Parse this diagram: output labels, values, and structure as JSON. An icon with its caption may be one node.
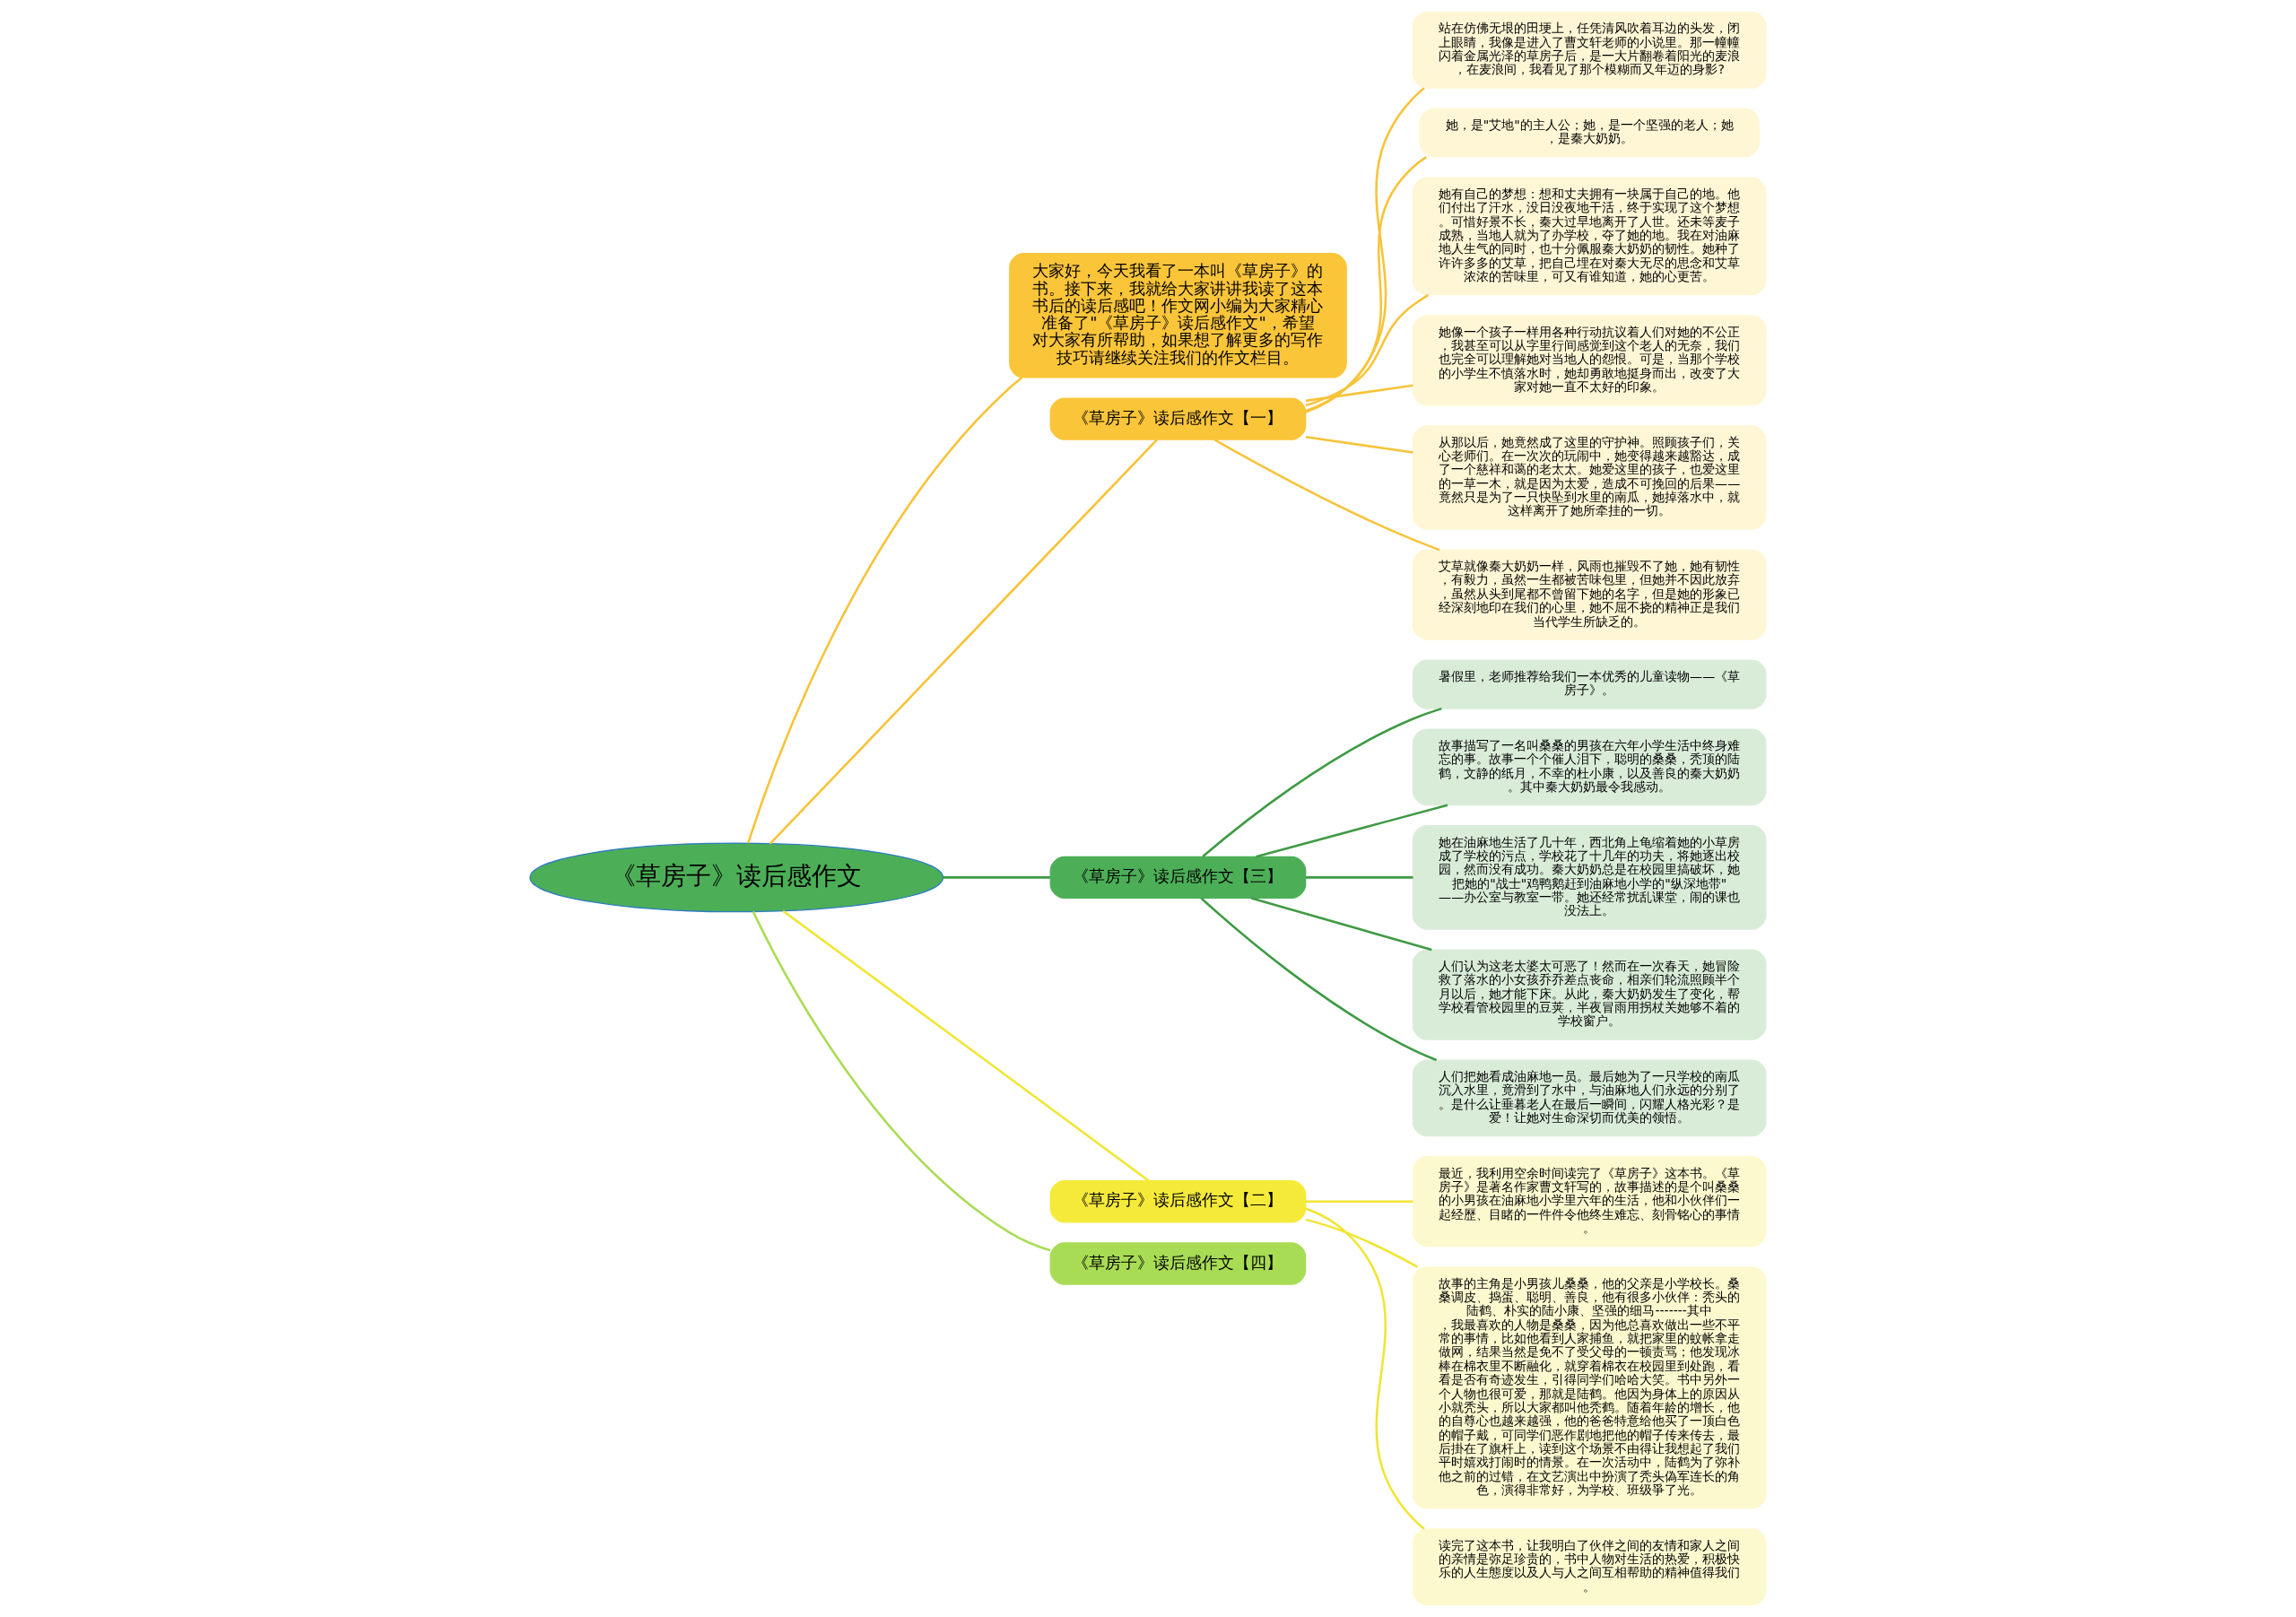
{
  "diagram": {
    "nodes": [
      {
        "text": [
          "《草房子》读后感作文"
        ]
      },
      {
        "text": [
          "大家好，今天我看了一本叫《草房子》的书。接下来，我就给大家讲讲我读了这本书后的读后感吧！作文网小编为大家精心准备了\"《草房子》读后感作文\"，希望对大家有所帮助，如果想了解更多的写作技巧请继续关注我们的作文栏目。"
        ]
      },
      {
        "text": [
          "《草房子》读后感作文【一】"
        ]
      },
      {
        "text": [
          "站在仿佛无垠的田埂上，任凭清风吹着耳边的头发，闭上眼睛，我像是进入了曹文轩老师的小说里。那一幢幢闪着金属光泽的草房子后，是一大片翻卷着阳光的麦浪，在麦浪间，我看见了那个模糊而又年迈的身影?"
        ]
      },
      {
        "text": [
          "她，是\"艾地\"的主人公；她，是一个坚强的老人；她，是秦大奶奶。"
        ]
      },
      {
        "text": [
          "她有自己的梦想：想和丈夫拥有一块属于自己的地。他们付出了汗水，没日没夜地干活，终于实现了这个梦想。可惜好景不长，秦大过早地离开了人世。还未等麦子成熟，当地人就为了办学校，夺了她的地。我在对油麻地人生气的同时，也十分佩服秦大奶奶的韧性。她种了许许多多的艾草，把自己埋在对秦大无尽的思念和艾草浓浓的苦味里，可又有谁知道，她的心更苦。"
        ]
      },
      {
        "text": [
          "她像一个孩子一样用各种行动抗议着人们对她的不公正，我甚至可以从字里行间感觉到这个老人的无奈，我们也完全可以理解她对当地人的怨恨。可是，当那个学校的小学生不慎落水时，她却勇敢地挺身而出，改变了大家对她一直不太好的印象。"
        ]
      },
      {
        "text": [
          "从那以后，她竟然成了这里的守护神。照顾孩子们，关心老师们。在一次次的玩闹中，她变得越来越豁达，成了一个慈祥和蔼的老太太。她爱这里的孩子，也爱这里的一草一木，就是因为太爱，造成不可挽回的后果——竟然只是为了一只快坠到水里的南瓜，她掉落水中，就这样离开了她所牵挂的一切。"
        ]
      },
      {
        "text": [
          "艾草就像秦大奶奶一样，风雨也摧毁不了她，她有韧性，有毅力，虽然一生都被苦味包里，但她并不因此放弃，虽然从头到尾都不曾留下她的名字，但是她的形象已经深刻地印在我们的心里，她不屈不挠的精神正是我们当代学生所缺乏的。"
        ]
      },
      {
        "text": [
          "《草房子》读后感作文【三】"
        ]
      },
      {
        "text": [
          "暑假里，老师推荐给我们一本优秀的儿童读物——《草房子》。"
        ]
      },
      {
        "text": [
          "故事描写了一名叫桑桑的男孩在六年小学生活中终身难忘的事。故事一个个催人泪下，聪明的桑桑，秃顶的陆鹤，文静的纸月，不幸的杜小康，以及善良的秦大奶奶。其中秦大奶奶最令我感动。"
        ]
      },
      {
        "text": [
          "她在油麻地生活了几十年，西北角上龟缩着她的小草房成了学校的污点，学校花了十几年的功夫，将她逐出校园，然而没有成功。秦大奶奶总是在校园里搞破坏，她把她的\"战士\"鸡鸭鹅赶到油麻地小学的\"纵深地带\"——办公室与教室一带。她还经常扰乱课堂，闹的课也没法上。"
        ]
      },
      {
        "text": [
          "人们认为这老太婆太可恶了！然而在一次春天，她冒险救了落水的小女孩乔乔差点丧命，相亲们轮流照顾半个月以后，她才能下床。从此，秦大奶奶发生了变化，帮学校看管校园里的豆荚，半夜冒雨用拐杖关她够不着的学校窗户。"
        ]
      },
      {
        "text": [
          "人们把她看成油麻地一员。最后她为了一只学校的南瓜沉入水里，竟滑到了水中，与油麻地人们永远的分别了。是什么让垂暮老人在最后一瞬间，闪耀人格光彩？是爱！让她对生命深切而优美的领悟。"
        ]
      },
      {
        "text": [
          "《草房子》读后感作文【二】"
        ]
      },
      {
        "text": [
          "最近，我利用空余时间读完了《草房子》这本书。《草房子》是著名作家曹文轩写的，故事描述的是个叫桑桑的小男孩在油麻地小学里六年的生活，他和小伙伴们一起经歷、目睹的一件件令他终生难忘、刻骨铭心的事情。"
        ]
      },
      {
        "text": [
          "故事的主角是小男孩儿桑桑，他的父亲是小学校长。桑桑调皮、捣蛋、聪明、善良，他有很多小伙伴：秃头的陆鹤、朴实的陆小康、坚强的细马-------其中，我最喜欢的人物是桑桑，因为他总喜欢做出一些不平常的事情，比如他看到人家捕鱼，就把家里的蚊帐拿走做网，结果当然是免不了受父母的一顿责骂；他发现冰棒在棉衣里不断融化，就穿着棉衣在校园里到处跑，看看是否有奇迹发生，引得同学们哈哈大笑。书中另外一个人物也很可爱，那就是陆鹤。他因为身体上的原因从小就秃头，所以大家都叫他秃鹤。随着年龄的增长，他的自尊心也越来越强，他的爸爸特意给他买了一顶白色的帽子戴，可同学们恶作剧地把他的帽子传来传去，最后掛在了旗杆上，读到这个场景不由得让我想起了我们平时嬉戏打闹时的情景。在一次活动中，陆鹤为了弥补他之前的过错，在文艺演出中扮演了秃头偽军连长的角色，演得非常好，为学校、班级爭了光。"
        ]
      },
      {
        "text": [
          "读完了这本书，让我明白了伙伴之间的友情和家人之间的亲情是弥足珍贵的，书中人物对生活的热爱，积极快乐的人生態度以及人与人之间互相帮助的精神值得我们。"
        ]
      },
      {
        "text": [
          "《草房子》读后感作文【四】"
        ]
      }
    ],
    "edges": [
      {
        "from": 0,
        "to": 1,
        "arrow": "none",
        "color": "#f7c339"
      },
      {
        "from": 0,
        "to": 2,
        "arrow": "none",
        "color": "#f7c339"
      },
      {
        "from": 2,
        "to": 3,
        "arrow": "none",
        "color": "#f7c339"
      },
      {
        "from": 2,
        "to": 4,
        "arrow": "none",
        "color": "#f7c339"
      },
      {
        "from": 2,
        "to": 5,
        "arrow": "none",
        "color": "#f7c339"
      },
      {
        "from": 2,
        "to": 6,
        "arrow": "none",
        "color": "#f7c339"
      },
      {
        "from": 2,
        "to": 7,
        "arrow": "none",
        "color": "#f7c339"
      },
      {
        "from": 2,
        "to": 8,
        "arrow": "none",
        "color": "#f7c339"
      },
      {
        "from": 0,
        "to": 9,
        "arrow": "none",
        "color": "#3f9a44"
      },
      {
        "from": 9,
        "to": 10,
        "arrow": "none",
        "color": "#3f9a44"
      },
      {
        "from": 9,
        "to": 11,
        "arrow": "none",
        "color": "#3f9a44"
      },
      {
        "from": 9,
        "to": 12,
        "arrow": "none",
        "color": "#3f9a44"
      },
      {
        "from": 9,
        "to": 13,
        "arrow": "none",
        "color": "#3f9a44"
      },
      {
        "from": 9,
        "to": 14,
        "arrow": "none",
        "color": "#3f9a44"
      },
      {
        "from": 0,
        "to": 15,
        "arrow": "none",
        "color": "#f0e534"
      },
      {
        "from": 15,
        "to": 16,
        "arrow": "none",
        "color": "#f0e534"
      },
      {
        "from": 15,
        "to": 17,
        "arrow": "none",
        "color": "#f0e534"
      },
      {
        "from": 15,
        "to": 18,
        "arrow": "none",
        "color": "#f0e534"
      },
      {
        "from": 0,
        "to": 19,
        "arrow": "none",
        "color": "#a9dc55"
      }
    ]
  }
}
